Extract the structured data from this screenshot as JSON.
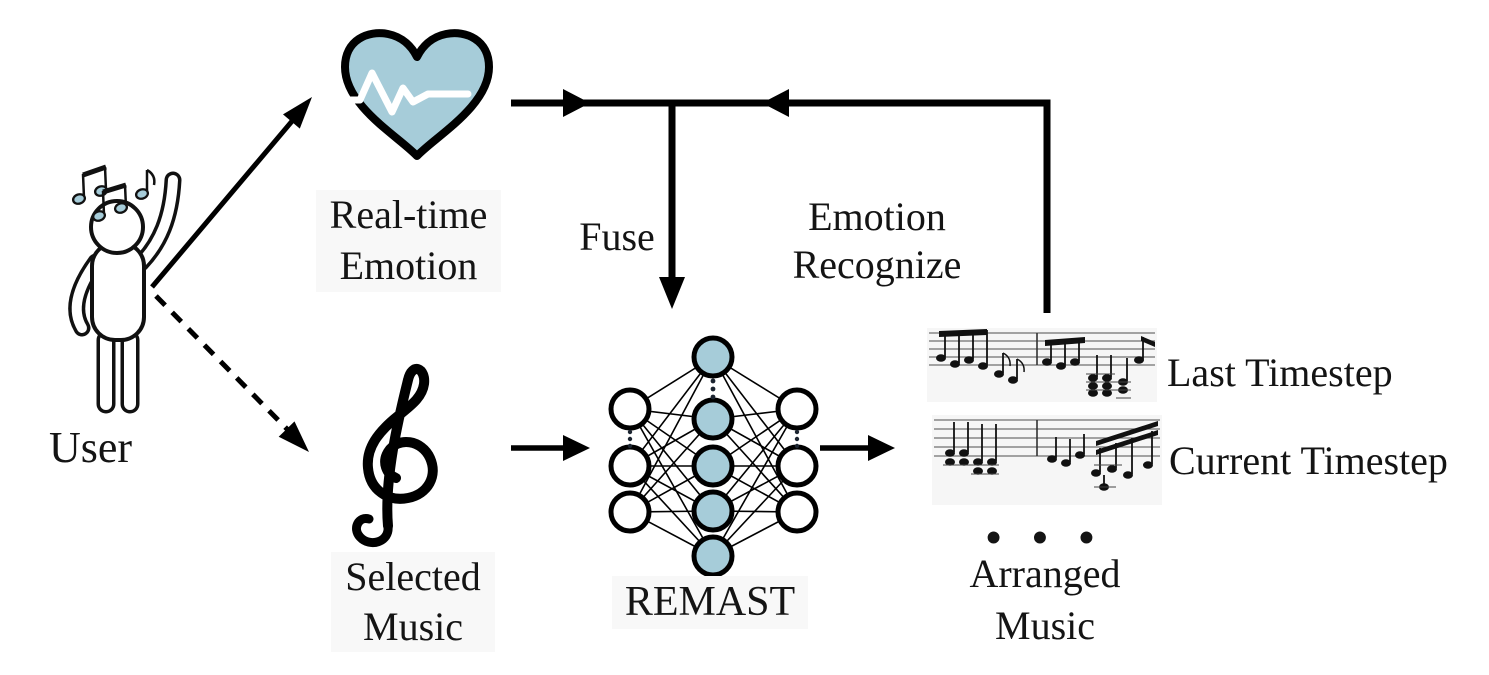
{
  "labels": {
    "user": "User",
    "realtime_line1": "Real-time",
    "realtime_line2": "Emotion",
    "fuse": "Fuse",
    "recognize_line1": "Emotion",
    "recognize_line2": "Recognize",
    "selected_line1": "Selected",
    "selected_line2": "Music",
    "model": "REMAST",
    "last_timestep": "Last Timestep",
    "current_timestep": "Current Timestep",
    "ellipsis": "• • •",
    "arranged_line1": "Arranged",
    "arranged_line2": "Music"
  },
  "colors": {
    "accent_blue": "#a6ccd9",
    "outline_black": "#000000",
    "text": "#141414"
  },
  "icons": {
    "user_figure": "person-raising-arm-icon",
    "music_notes": "eighth-notes-icon",
    "heart": "heart-ekg-icon",
    "treble_clef": "treble-clef-icon",
    "neural_network": "neural-network-icon",
    "sheet_last": "sheet-music-icon",
    "sheet_current": "sheet-music-icon"
  },
  "network": {
    "layers": [
      {
        "count": 3,
        "fill": "#ffffff"
      },
      {
        "count": 5,
        "fill": "#a6ccd9"
      },
      {
        "count": 3,
        "fill": "#ffffff"
      }
    ]
  }
}
